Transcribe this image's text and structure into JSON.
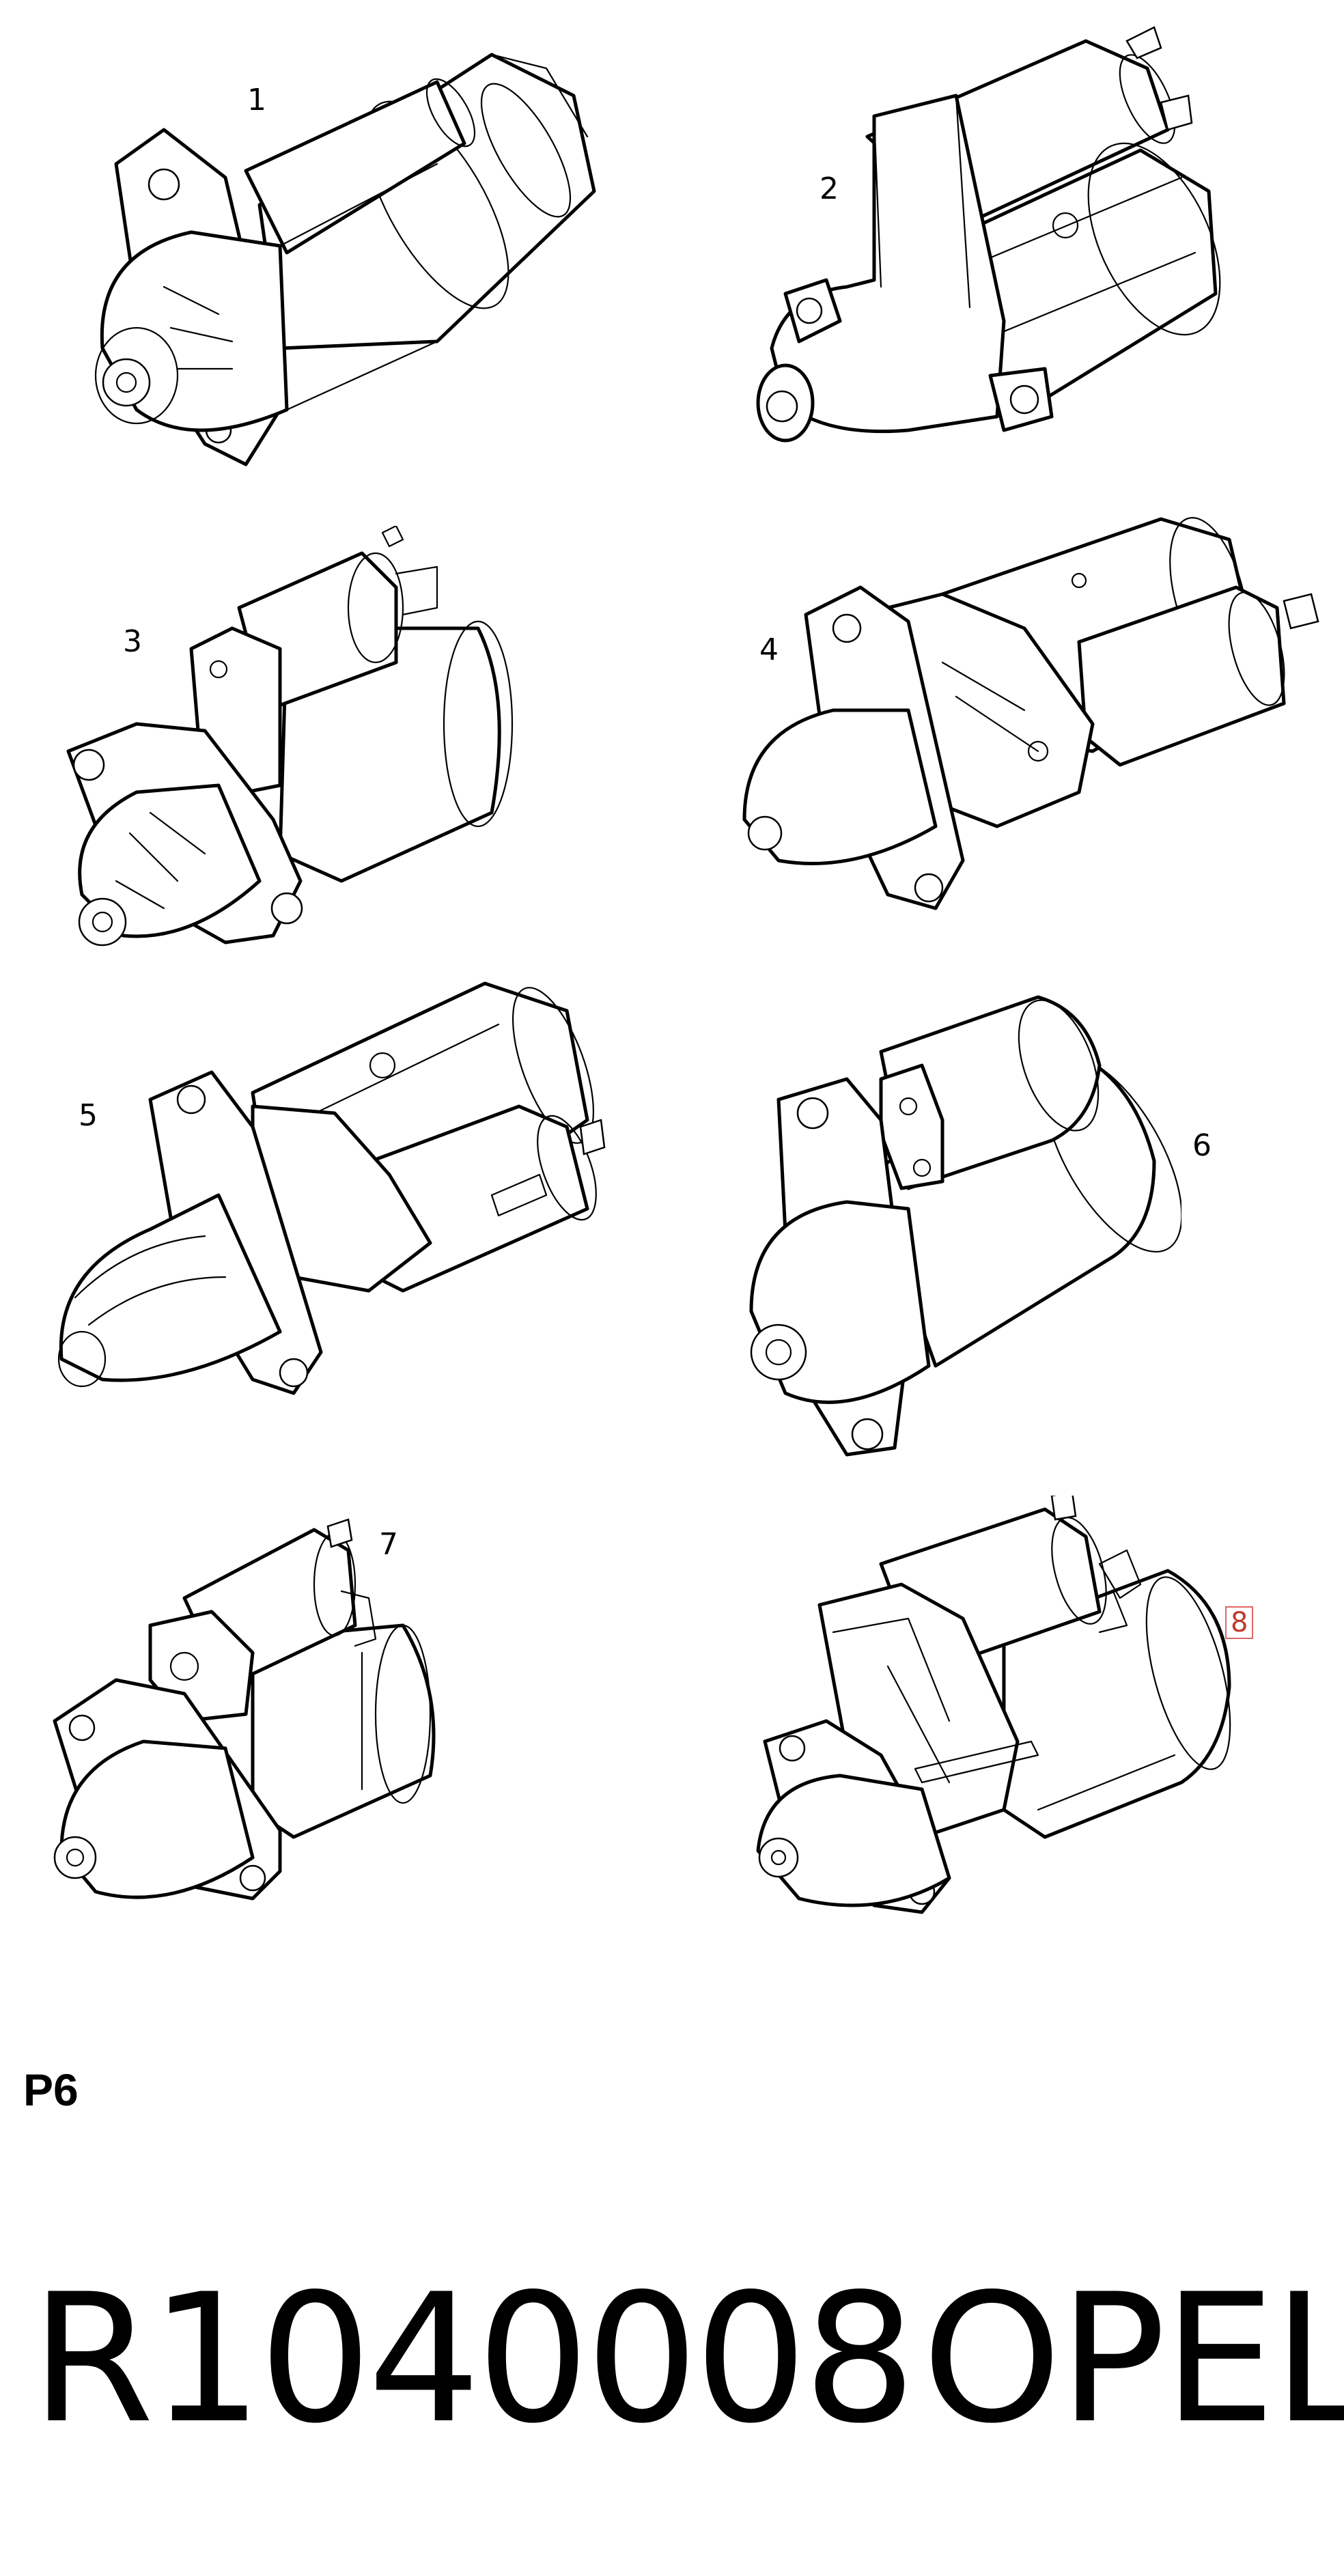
{
  "figure": {
    "items": [
      {
        "callout": "1"
      },
      {
        "callout": "2"
      },
      {
        "callout": "3"
      },
      {
        "callout": "4"
      },
      {
        "callout": "5"
      },
      {
        "callout": "6"
      },
      {
        "callout": "7"
      },
      {
        "callout": "8",
        "highlighted": true
      }
    ]
  },
  "sheet": {
    "code": "P6"
  },
  "footer": {
    "part_number": "R1040008",
    "brand": "OPEL"
  },
  "colors": {
    "line": "#000000",
    "background": "#ffffff",
    "highlight": "#e06666"
  }
}
